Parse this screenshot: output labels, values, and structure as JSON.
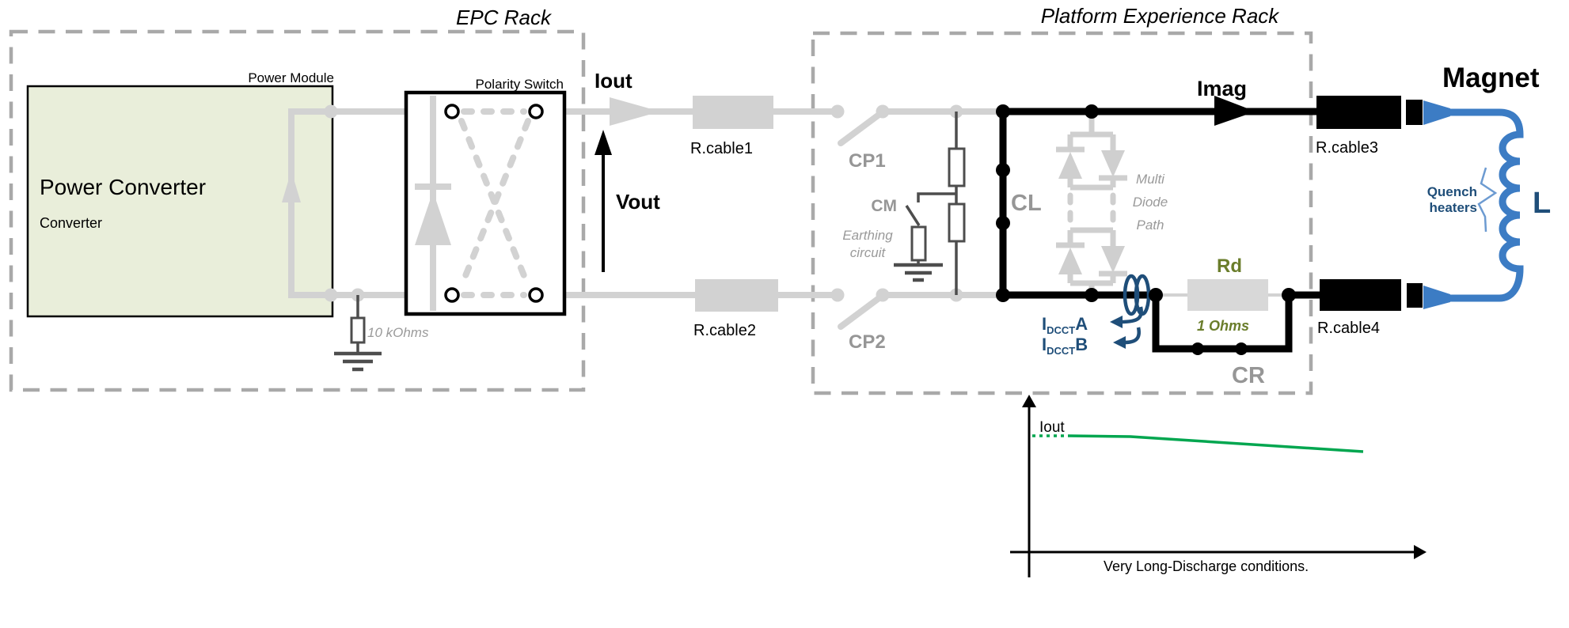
{
  "diagram": {
    "epc_rack": {
      "title": "EPC Rack"
    },
    "platform_rack": {
      "title": "Platform Experience Rack"
    },
    "power_module": {
      "label": "Power Module",
      "name": "Power Converter",
      "type": "Converter"
    },
    "polarity_switch": {
      "label": "Polarity Switch"
    },
    "earth_resistor": {
      "value": "10 kOhms"
    },
    "signals": {
      "iout": "Iout",
      "vout": "Vout",
      "imag": "Imag"
    },
    "cables": {
      "cable1": "R.cable1",
      "cable2": "R.cable2",
      "cable3": "R.cable3",
      "cable4": "R.cable4"
    },
    "switches": {
      "cp1": "CP1",
      "cp2": "CP2",
      "cm": "CM",
      "cl": "CL",
      "cr": "CR"
    },
    "earthing_circuit": {
      "lines": [
        "Earthing",
        "circuit"
      ]
    },
    "multi_diode_path": {
      "lines": [
        "Multi",
        "Diode",
        "Path"
      ]
    },
    "dcct": {
      "prefix": "I",
      "subscript": "DCCT",
      "channel_a": "A",
      "channel_b": "B"
    },
    "discharge_resistor": {
      "label": "Rd",
      "value": "1 Ohms"
    },
    "magnet": {
      "title": "Magnet",
      "inductance_label": "L",
      "quench_heaters": {
        "lines": [
          "Quench",
          "heaters"
        ]
      }
    }
  },
  "plot": {
    "curve_label": "Iout",
    "caption": "Very Long-Discharge conditions."
  },
  "chart_data": {
    "type": "line",
    "title": "",
    "xlabel": "Very Long-Discharge conditions.",
    "ylabel": "",
    "legend_position": "none",
    "grid": false,
    "series": [
      {
        "name": "Iout",
        "x_rel": [
          0.0,
          0.09,
          0.24,
          0.8
        ],
        "y_rel": [
          1.0,
          1.0,
          0.995,
          0.9
        ],
        "style": "starts dotted at axis then solid, slow linear decay"
      }
    ]
  },
  "colors": {
    "wire_grey": "#d2d2d2",
    "rack_dash_grey": "#a9a9a9",
    "dark_grey": "#4d4d4d",
    "label_grey": "#969696",
    "module_fill": "#e9eeda",
    "black": "#000000",
    "navy": "#1f4e79",
    "coil_blue": "#3c7cc4",
    "magnet_title_blue": "#1669ad",
    "olive": "#6a7d2b",
    "plot_green": "#00a64f"
  }
}
